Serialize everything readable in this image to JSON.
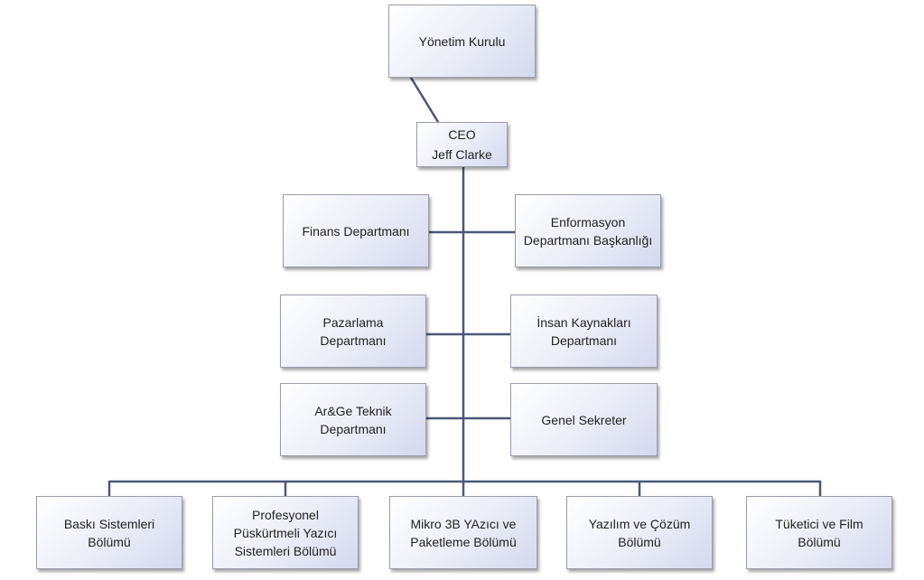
{
  "colors": {
    "connector": "#4a5878",
    "box_border": "#9a9cab"
  },
  "top": {
    "board": "Yönetim  Kurulu",
    "ceo": "CEO\nJeff Clarke"
  },
  "departments": {
    "left": [
      "Finans Departmanı",
      "Pazarlama\nDepartmanı",
      "Ar&Ge Teknik\nDepartmanı"
    ],
    "right": [
      "Enformasyon\nDepartmanı Başkanlığı",
      "İnsan Kaynakları\nDepartmanı",
      "Genel Sekreter"
    ]
  },
  "divisions": [
    "Baskı Sistemleri\nBölümü",
    "Profesyonel\nPüskürtmeli Yazıcı\nSistemleri Bölümü",
    "Mikro 3B YAzıcı ve\nPaketleme Bölümü",
    "Yazılım ve Çözüm\nBölümü",
    "Tüketici ve Film\nBölümü"
  ]
}
